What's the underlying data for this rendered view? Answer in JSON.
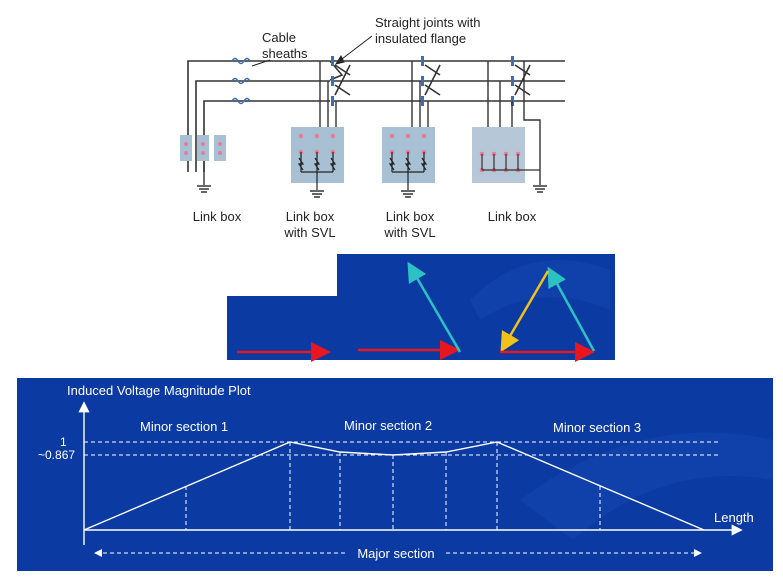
{
  "top_diagram": {
    "annotations": {
      "cable_sheaths": [
        "Cable",
        "sheaths"
      ],
      "straight_joints": [
        "Straight joints with",
        "insulated flange"
      ]
    },
    "link_boxes": [
      {
        "lines": [
          "Link box"
        ]
      },
      {
        "lines": [
          "Link box",
          "with SVL"
        ]
      },
      {
        "lines": [
          "Link box",
          "with SVL"
        ]
      },
      {
        "lines": [
          "Link box"
        ]
      }
    ],
    "colors": {
      "sheath_line": "#333333",
      "sheath_icon": "#3a6fb6",
      "box_fill": "#a8c0d4",
      "connector": "#e87a9a"
    }
  },
  "vector_panel": {
    "colors": {
      "background": "#0b3aa3",
      "red_vector": "#e8161e",
      "cyan_vector": "#2cc2c4",
      "yellow_vector": "#f0c21a"
    }
  },
  "plot": {
    "title": "Induced Voltage Magnitude Plot",
    "y_tick_labels": [
      "1",
      "~0.867"
    ],
    "x_axis_label": "Length",
    "sections": [
      "Minor section 1",
      "Minor section 2",
      "Minor section 3"
    ],
    "major_section_label": "Major section",
    "colors": {
      "background": "#0b3aa3",
      "foreground": "#ffffff"
    }
  }
}
